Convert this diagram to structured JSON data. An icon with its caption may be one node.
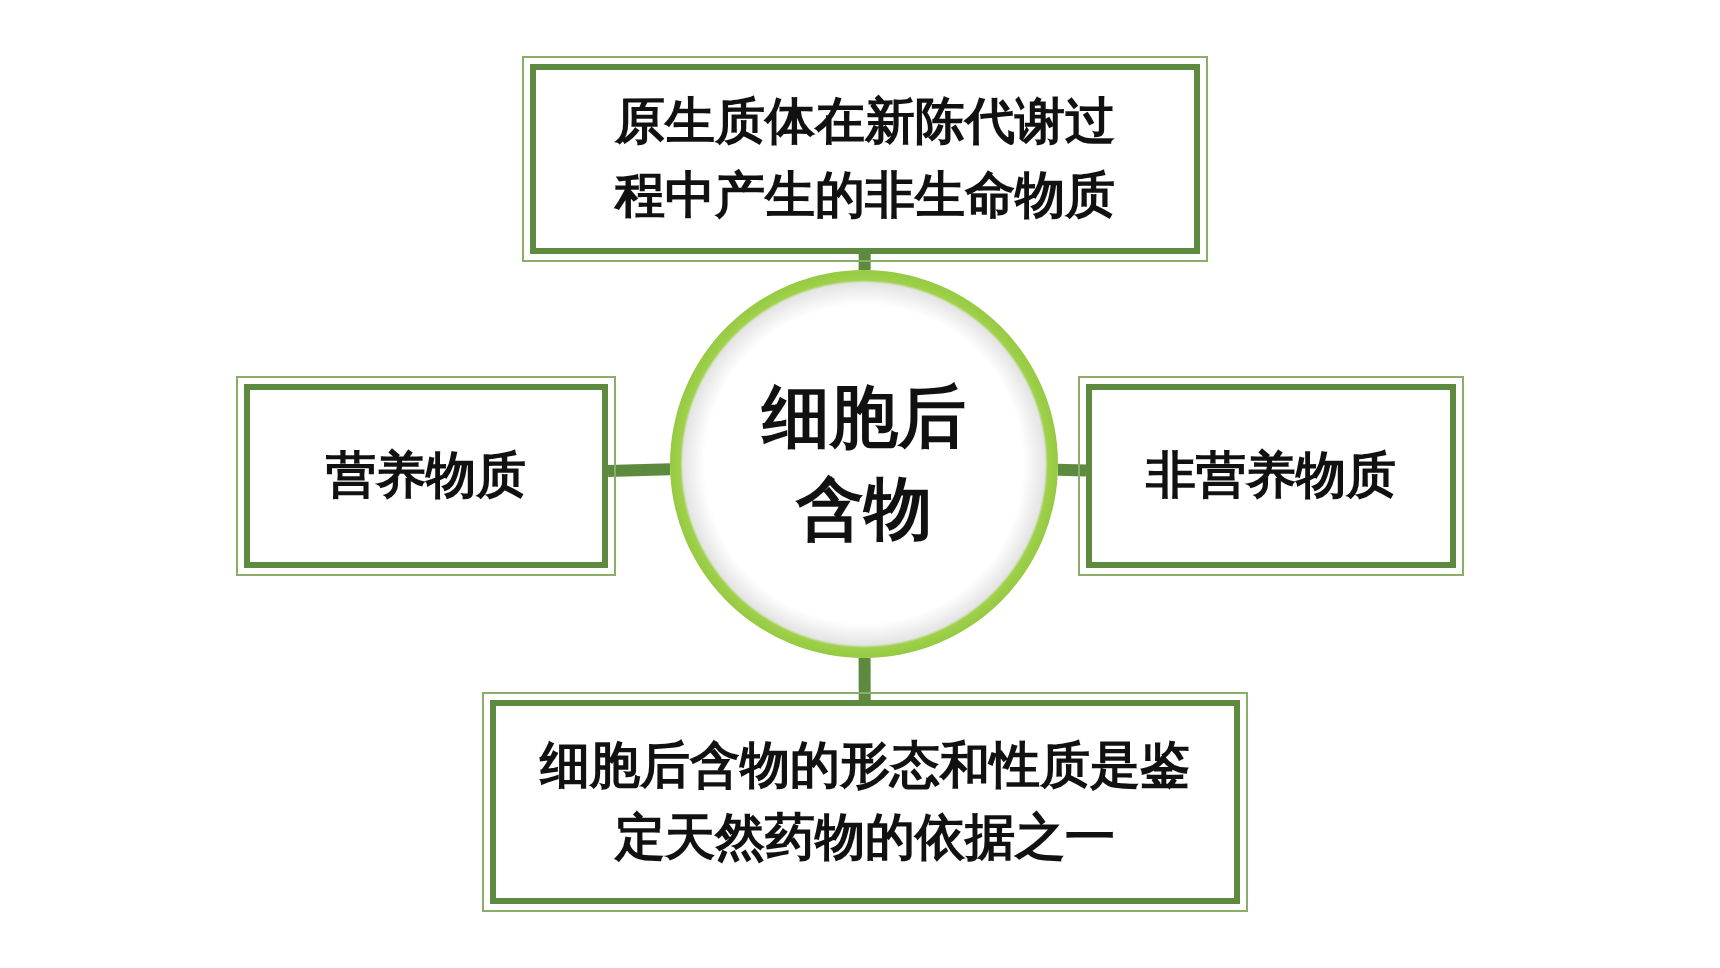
{
  "diagram": {
    "nodes": [
      {
        "text": [
          "细胞后含物"
        ]
      },
      {
        "text": [
          "原生质体在新陈代谢过程中产生的非生命物质"
        ]
      },
      {
        "text": [
          "营养物质"
        ]
      },
      {
        "text": [
          "非营养物质"
        ]
      },
      {
        "text": [
          "细胞后含物的形态和性质是鉴定天然药物的依据之一"
        ]
      }
    ],
    "edges": [
      {
        "from": 0,
        "to": 1,
        "arrow": "none"
      },
      {
        "from": 0,
        "to": 2,
        "arrow": "none"
      },
      {
        "from": 0,
        "to": 3,
        "arrow": "none"
      },
      {
        "from": 0,
        "to": 4,
        "arrow": "none"
      }
    ]
  }
}
